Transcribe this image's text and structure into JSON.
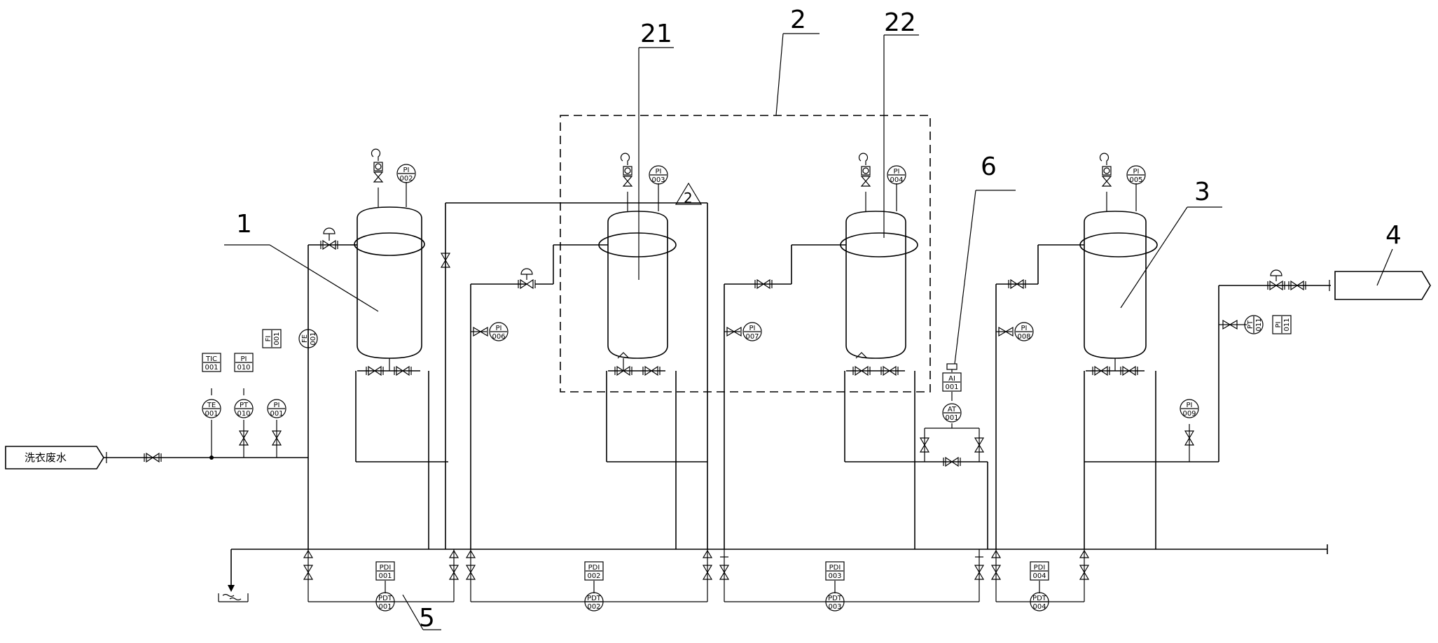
{
  "feed": {
    "label": "洗衣废水"
  },
  "refs": {
    "r1": "1",
    "r2": "2",
    "r21": "21",
    "r22": "22",
    "r3": "3",
    "r4": "4",
    "r5": "5",
    "r6": "6"
  },
  "revision_mark": "2",
  "instruments": {
    "pi002": [
      "PI",
      "002"
    ],
    "pi003": [
      "PI",
      "003"
    ],
    "pi004": [
      "PI",
      "004"
    ],
    "pi005": [
      "PI",
      "005"
    ],
    "pi006": [
      "PI",
      "006"
    ],
    "pi007": [
      "PI",
      "007"
    ],
    "pi008": [
      "PI",
      "008"
    ],
    "pi009": [
      "PI",
      "009"
    ],
    "pi001": [
      "PI",
      "001"
    ],
    "pi010": [
      "PI",
      "010"
    ],
    "pt010": [
      "PT",
      "010"
    ],
    "tic001": [
      "TIC",
      "001"
    ],
    "te001": [
      "TE",
      "001"
    ],
    "fi001": [
      "FI",
      "001"
    ],
    "fe001": [
      "FE",
      "001"
    ],
    "pt011": [
      "PT",
      "011"
    ],
    "pi011": [
      "PI",
      "011"
    ],
    "ai001": [
      "AI",
      "001"
    ],
    "ait001": [
      "AT",
      "001"
    ],
    "pdi001": [
      "PDI",
      "001"
    ],
    "pdi002": [
      "PDI",
      "002"
    ],
    "pdi003": [
      "PDI",
      "003"
    ],
    "pdi004": [
      "PDI",
      "004"
    ],
    "pdt001": [
      "PDT",
      "001"
    ],
    "pdt002": [
      "PDT",
      "002"
    ],
    "pdt003": [
      "PDT",
      "003"
    ],
    "pdt004": [
      "PDT",
      "004"
    ]
  }
}
